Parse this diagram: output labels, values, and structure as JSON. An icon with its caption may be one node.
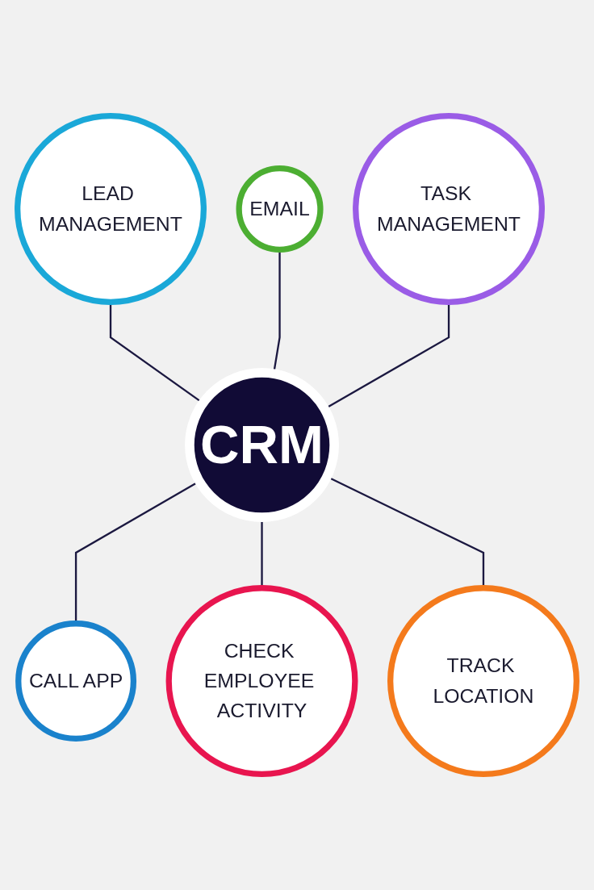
{
  "diagram": {
    "nodes": [
      {
        "text": [
          "LEAD MANAGEMENT"
        ]
      },
      {
        "text": [
          "EMAIL"
        ]
      },
      {
        "text": [
          "TASK MANAGEMENT"
        ]
      },
      {
        "text": [
          "CRM"
        ]
      },
      {
        "text": [
          "CALL APP"
        ]
      },
      {
        "text": [
          "CHECK EMPLOYEE ACTIVITY"
        ]
      },
      {
        "text": [
          "TRACK LOCATION"
        ]
      }
    ],
    "edges": [
      {
        "from": 0,
        "to": 3,
        "arrow": "none"
      },
      {
        "from": 1,
        "to": 3,
        "arrow": "none"
      },
      {
        "from": 2,
        "to": 3,
        "arrow": "none"
      },
      {
        "from": 3,
        "to": 4,
        "arrow": "none"
      },
      {
        "from": 3,
        "to": 5,
        "arrow": "none"
      },
      {
        "from": 3,
        "to": 6,
        "arrow": "none"
      }
    ]
  }
}
